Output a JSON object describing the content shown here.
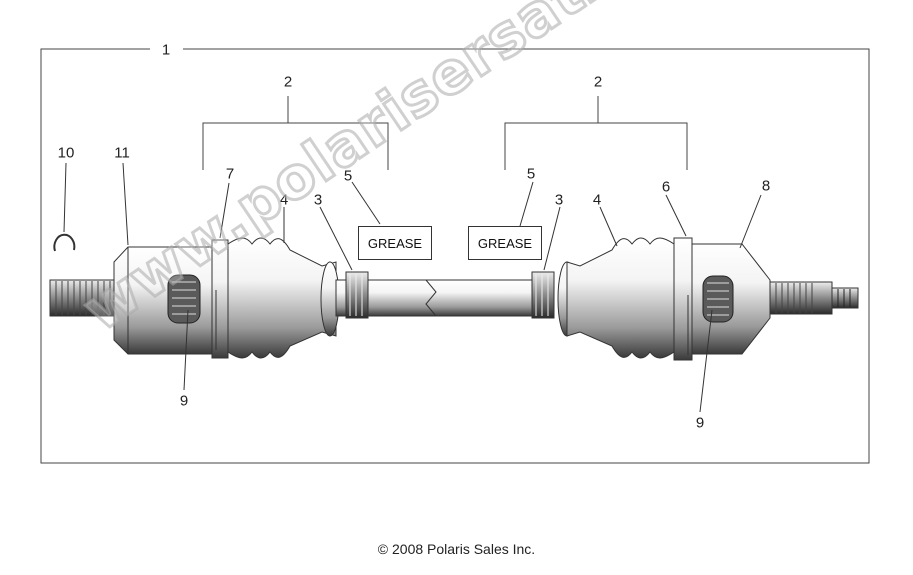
{
  "callouts": {
    "c1": "1",
    "c2_left": "2",
    "c2_right": "2",
    "c3_left": "3",
    "c3_right": "3",
    "c4_left": "4",
    "c4_right": "4",
    "c5_left": "5",
    "c5_right": "5",
    "c6": "6",
    "c7": "7",
    "c8": "8",
    "c9_left": "9",
    "c9_right": "9",
    "c10": "10",
    "c11": "11"
  },
  "labels": {
    "grease_left": "GREASE",
    "grease_right": "GREASE"
  },
  "footer": {
    "copyright": "© 2008 Polaris Sales Inc."
  },
  "watermark": {
    "text": "www.polarisersatzeile.de"
  },
  "colors": {
    "line": "#333333",
    "shading": "#555555"
  }
}
